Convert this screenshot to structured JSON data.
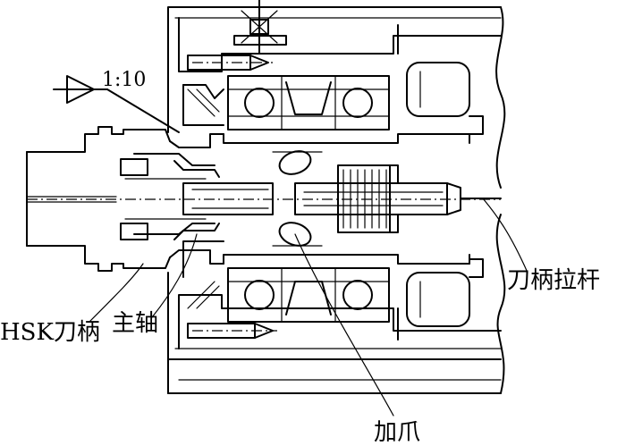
{
  "diagram": {
    "taper_ratio": "1:10",
    "labels": {
      "tool_holder": "HSK刀柄",
      "spindle": "主轴",
      "clamp_jaw": "加爪",
      "drawbar": "刀柄拉杆"
    }
  }
}
